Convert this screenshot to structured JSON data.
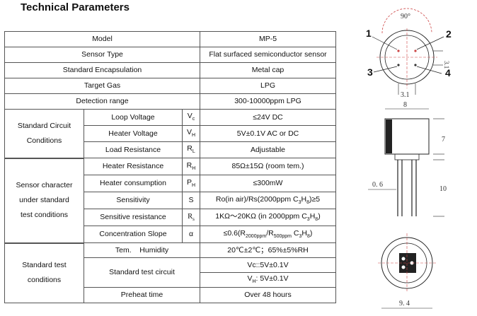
{
  "title": "Technical Parameters",
  "rows": {
    "model": {
      "label": "Model",
      "value": "MP-5"
    },
    "sensor_type": {
      "label": "Sensor Type",
      "value": "Flat surfaced semiconductor sensor"
    },
    "encapsulation": {
      "label": "Standard Encapsulation",
      "value": "Metal cap"
    },
    "target_gas": {
      "label": "Target Gas",
      "value": "LPG"
    },
    "detection_range": {
      "label": "Detection range",
      "value": "300-10000ppm LPG"
    }
  },
  "circuit": {
    "group_line1": "Standard Circuit",
    "group_line2": "Conditions",
    "loop_voltage": {
      "label": "Loop Voltage",
      "sym": "V",
      "sub": "c",
      "value": "≤24V DC"
    },
    "heater_voltage": {
      "label": "Heater Voltage",
      "sym": "V",
      "sub": "H",
      "value": "5V±0.1V AC or DC"
    },
    "load_resistance": {
      "label": "Load Resistance",
      "sym": "R",
      "sub": "L",
      "value": "Adjustable"
    }
  },
  "character": {
    "group_line1": "Sensor character",
    "group_line2": "under standard",
    "group_line3": "test conditions",
    "heater_resistance": {
      "label": "Heater Resistance",
      "sym": "R",
      "sub": "H",
      "value": "85Ω±15Ω (room tem.)"
    },
    "heater_consumption": {
      "label": "Heater consumption",
      "sym": "P",
      "sub": "H",
      "value": "≤300mW"
    },
    "sensitivity": {
      "label": "Sensitivity",
      "sym": "S",
      "value_a": "Ro(in air)/Rs(2000ppm C",
      "value_sub1": "3",
      "value_b": "H",
      "value_sub2": "8",
      "value_c": ")≥5"
    },
    "sensitive_resistance": {
      "label": "Sensitive resistance",
      "sym": "R",
      "sub": "s",
      "value_a": "1KΩ～20KΩ  (in 2000ppm C",
      "value_sub1": "3",
      "value_b": "H",
      "value_sub2": "8",
      "value_c": ")"
    },
    "concentration_slope": {
      "label": "Concentration Slope",
      "sym": "α",
      "value_a": "≤0.6(R",
      "value_sub1": "2000ppm",
      "value_b": "/R",
      "value_sub2": "500ppm",
      "value_c": " C",
      "value_sub3": "3",
      "value_d": "H",
      "value_sub4": "8",
      "value_e": ")"
    }
  },
  "test": {
    "group_line1": "Standard test",
    "group_line2": "conditions",
    "tem_humidity": {
      "label": "Tem.    Humidity",
      "value": "20℃±2℃；65%±5%RH"
    },
    "test_circuit": {
      "label": "Standard test circuit",
      "line1": "Vc::5V±0.1V",
      "line2_sym": "V",
      "line2_sub": "H",
      "line2_rest": ": 5V±0.1V"
    },
    "preheat": {
      "label": "Preheat time",
      "value": "Over 48 hours"
    }
  },
  "drawing": {
    "angle": "90°",
    "pin1": "1",
    "pin2": "2",
    "pin3": "3",
    "pin4": "4",
    "dim_3_1a": "3.1",
    "dim_3_1b": "3.1",
    "dim_8": "8",
    "dim_7": "7",
    "dim_0_6": "0. 6",
    "dim_10": "10",
    "dim_9_4": "9. 4"
  }
}
